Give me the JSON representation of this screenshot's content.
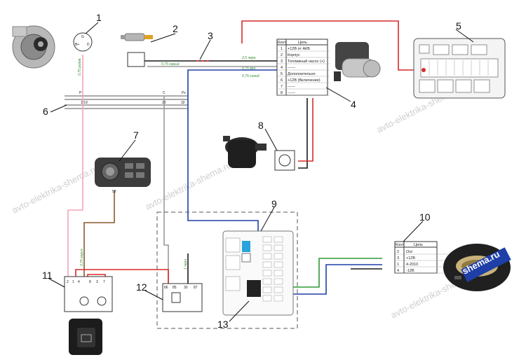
{
  "callouts": [
    "1",
    "2",
    "3",
    "4",
    "5",
    "6",
    "7",
    "8",
    "9",
    "10",
    "11",
    "12",
    "13"
  ],
  "watermark": "avto-elektrika-shema.ru",
  "badge_text": "shema.ru",
  "connector_table_4": {
    "col_headers": [
      "Конт.",
      "Цепь"
    ],
    "rows": [
      [
        "1",
        "+12В от АКБ"
      ],
      [
        "2",
        "Корпус"
      ],
      [
        "3",
        "Топливный насос (+)"
      ],
      [
        "4",
        "------"
      ],
      [
        "5",
        "Дополнительно"
      ],
      [
        "6",
        "+12В (Включение)"
      ],
      [
        "7",
        "------"
      ],
      [
        "8",
        "------"
      ]
    ]
  },
  "connector_table_10": {
    "col_headers": [
      "Конт.",
      "Цепь"
    ],
    "rows": [
      [
        "2",
        "Out"
      ],
      [
        "3",
        "+12В"
      ],
      [
        "1",
        "4-2010"
      ],
      [
        "4",
        "-12В"
      ]
    ]
  },
  "wire_labels": {
    "w1": "0,75 розов.",
    "w2": "2,5 черн.",
    "w3": "0,75 серый",
    "w4": "0,75 зел.",
    "w5": "1 черн.",
    "w6": "0,75 синий",
    "w7": "0,75 корич."
  },
  "pins": {
    "alt": [
      "G",
      "B+",
      "D"
    ],
    "p58": "58",
    "relay12": [
      "86",
      "85",
      "30",
      "87"
    ],
    "sw11": [
      "2",
      "1",
      "4",
      "8",
      "3",
      "7"
    ],
    "bus_marks": [
      "1/19",
      "33",
      "32",
      "P",
      "C",
      "Pz"
    ]
  },
  "colors": {
    "red": "#d92a2a",
    "pink": "#f2a5b8",
    "blue": "#1e3fa8",
    "green": "#2e9a3a",
    "brown": "#8a5a2b",
    "gray": "#9a9a9a",
    "black": "#1a1a1a"
  }
}
